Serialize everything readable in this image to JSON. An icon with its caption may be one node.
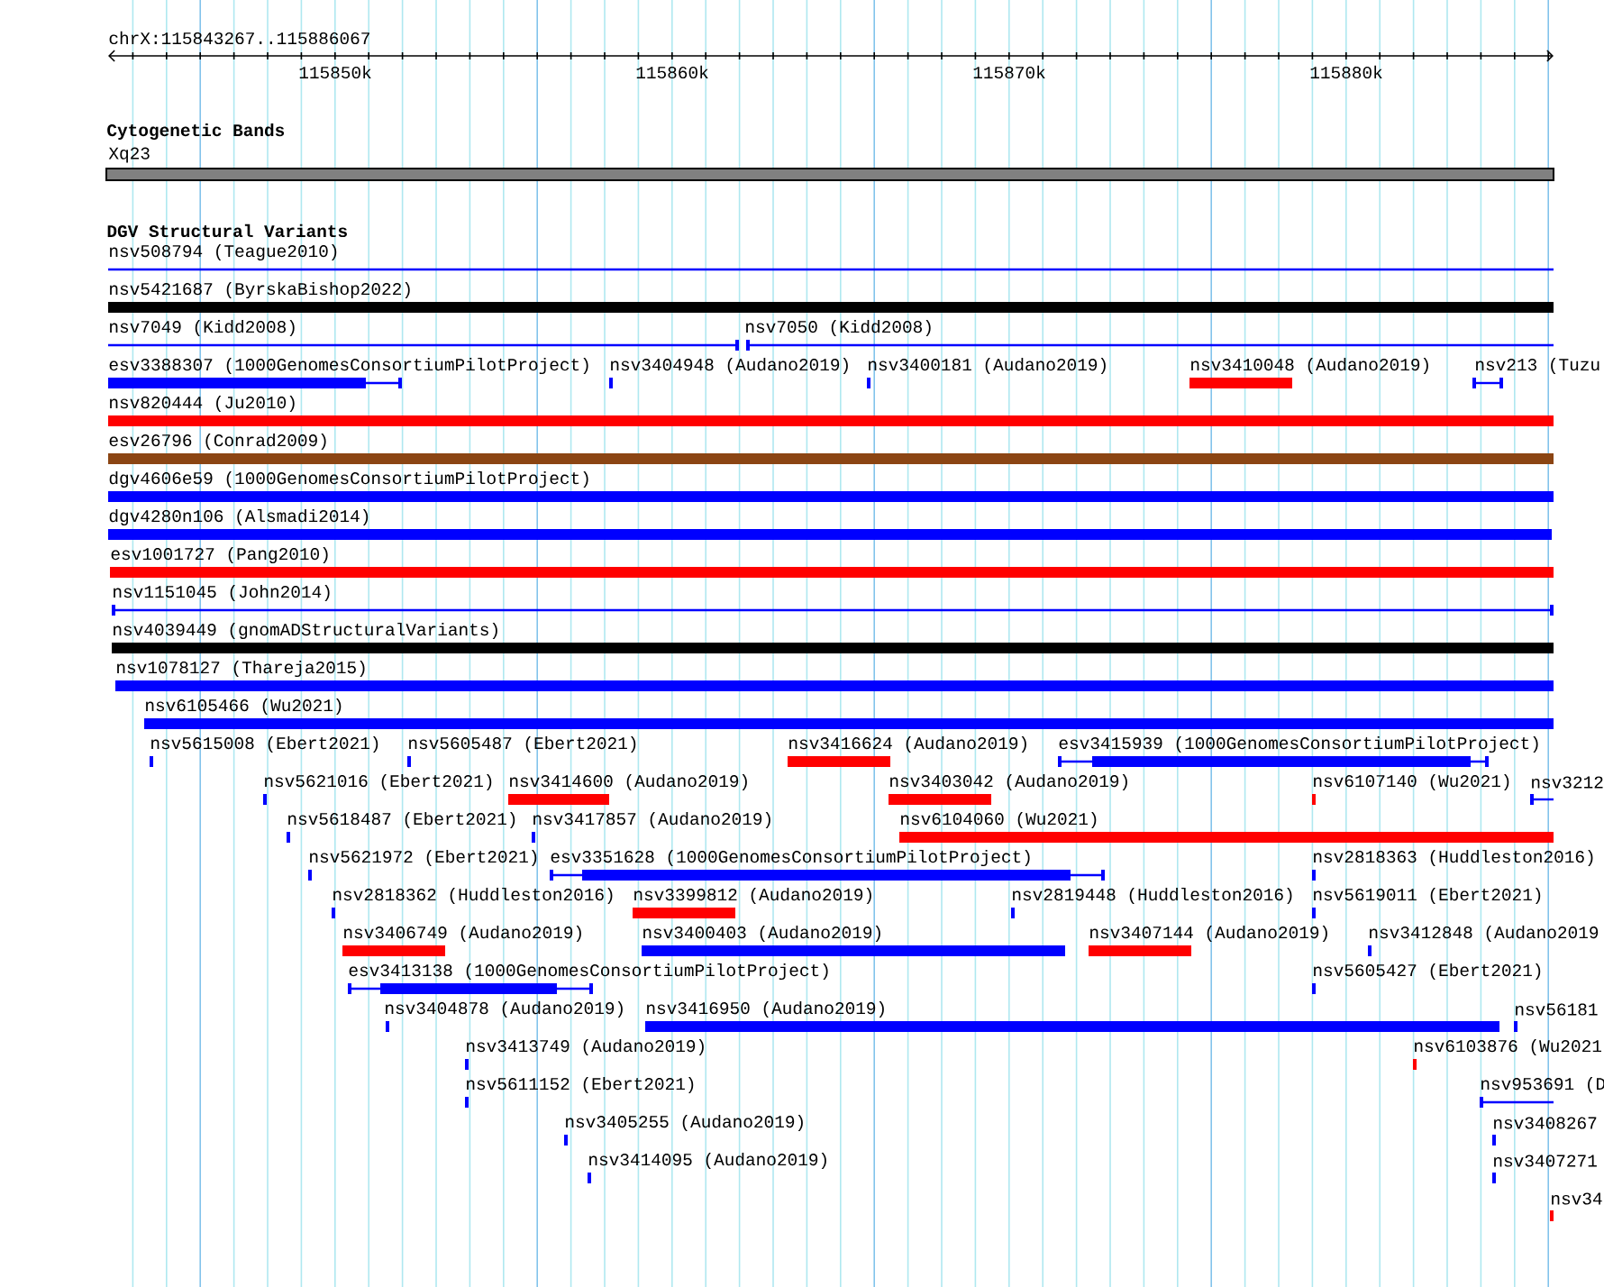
{
  "diagram": {
    "nodes": [
      {
        "text": [
          "Xq23"
        ]
      },
      {
        "text": [
          "nsv508794 (Teague2010)"
        ]
      },
      {
        "text": [
          "nsv5421687 (ByrskaBishop2022)"
        ]
      },
      {
        "text": [
          "nsv7049 (Kidd2008)"
        ]
      },
      {
        "text": [
          "nsv7050 (Kidd2008)"
        ]
      },
      {
        "text": [
          "esv3388307 (1000GenomesConsortiumPilotProject)"
        ]
      },
      {
        "text": [
          "nsv3404948 (Audano2019)"
        ]
      },
      {
        "text": [
          "nsv3400181 (Audano2019)"
        ]
      },
      {
        "text": [
          "nsv3410048 (Audano2019)"
        ]
      },
      {
        "text": [
          "nsv213 (Tuzu"
        ]
      },
      {
        "text": [
          "nsv820444 (Ju2010)"
        ]
      },
      {
        "text": [
          "esv26796 (Conrad2009)"
        ]
      },
      {
        "text": [
          "dgv4606e59 (1000GenomesConsortiumPilotProject)"
        ]
      },
      {
        "text": [
          "dgv4280n106 (Alsmadi2014)"
        ]
      },
      {
        "text": [
          "esv1001727 (Pang2010)"
        ]
      },
      {
        "text": [
          "nsv1151045 (John2014)"
        ]
      },
      {
        "text": [
          "nsv4039449 (gnomADStructuralVariants)"
        ]
      },
      {
        "text": [
          "nsv1078127 (Thareja2015)"
        ]
      },
      {
        "text": [
          "nsv6105466 (Wu2021)"
        ]
      },
      {
        "text": [
          "nsv5615008 (Ebert2021)"
        ]
      },
      {
        "text": [
          "nsv5605487 (Ebert2021)"
        ]
      },
      {
        "text": [
          "nsv3416624 (Audano2019)"
        ]
      },
      {
        "text": [
          "esv3415939 (1000GenomesConsortiumPilotProject)"
        ]
      },
      {
        "text": [
          "nsv5621016 (Ebert2021)"
        ]
      },
      {
        "text": [
          "nsv3414600 (Audano2019)"
        ]
      },
      {
        "text": [
          "nsv3403042 (Audano2019)"
        ]
      },
      {
        "text": [
          "nsv6107140 (Wu2021)"
        ]
      },
      {
        "text": [
          "nsv3212"
        ]
      },
      {
        "text": [
          "nsv5618487 (Ebert2021)"
        ]
      },
      {
        "text": [
          "nsv3417857 (Audano2019)"
        ]
      },
      {
        "text": [
          "nsv6104060 (Wu2021)"
        ]
      },
      {
        "text": [
          "nsv5621972 (Ebert2021)"
        ]
      },
      {
        "text": [
          "esv3351628 (1000GenomesConsortiumPilotProject)"
        ]
      },
      {
        "text": [
          "nsv2818363 (Huddleston2016)"
        ]
      },
      {
        "text": [
          "nsv2818362 (Huddleston2016)"
        ]
      },
      {
        "text": [
          "nsv3399812 (Audano2019)"
        ]
      },
      {
        "text": [
          "nsv2819448 (Huddleston2016)"
        ]
      },
      {
        "text": [
          "nsv5619011 (Ebert2021)"
        ]
      },
      {
        "text": [
          "nsv3406749 (Audano2019)"
        ]
      },
      {
        "text": [
          "nsv3400403 (Audano2019)"
        ]
      },
      {
        "text": [
          "nsv3407144 (Audano2019)"
        ]
      },
      {
        "text": [
          "nsv3412848 (Audano2019"
        ]
      },
      {
        "text": [
          "esv3413138 (1000GenomesConsortiumPilotProject)"
        ]
      },
      {
        "text": [
          "nsv5605427 (Ebert2021)"
        ]
      },
      {
        "text": [
          "nsv3404878 (Audano2019)"
        ]
      },
      {
        "text": [
          "nsv3416950 (Audano2019)"
        ]
      },
      {
        "text": [
          "nsv56181"
        ]
      },
      {
        "text": [
          "nsv3413749 (Audano2019)"
        ]
      },
      {
        "text": [
          "nsv6103876 (Wu2021"
        ]
      },
      {
        "text": [
          "nsv5611152 (Ebert2021)"
        ]
      },
      {
        "text": [
          "nsv953691 (D"
        ]
      },
      {
        "text": [
          "nsv3405255 (Audano2019)"
        ]
      },
      {
        "text": [
          "nsv3408267"
        ]
      },
      {
        "text": [
          "nsv3414095 (Audano2019)"
        ]
      },
      {
        "text": [
          "nsv3407271"
        ]
      },
      {
        "text": [
          "nsv34"
        ]
      }
    ],
    "labels": [
      "chrX:115843267..115886067",
      "115850k",
      "115860k",
      "115870k",
      "115880k",
      "Cytogenetic Bands",
      "DGV Structural Variants"
    ]
  }
}
